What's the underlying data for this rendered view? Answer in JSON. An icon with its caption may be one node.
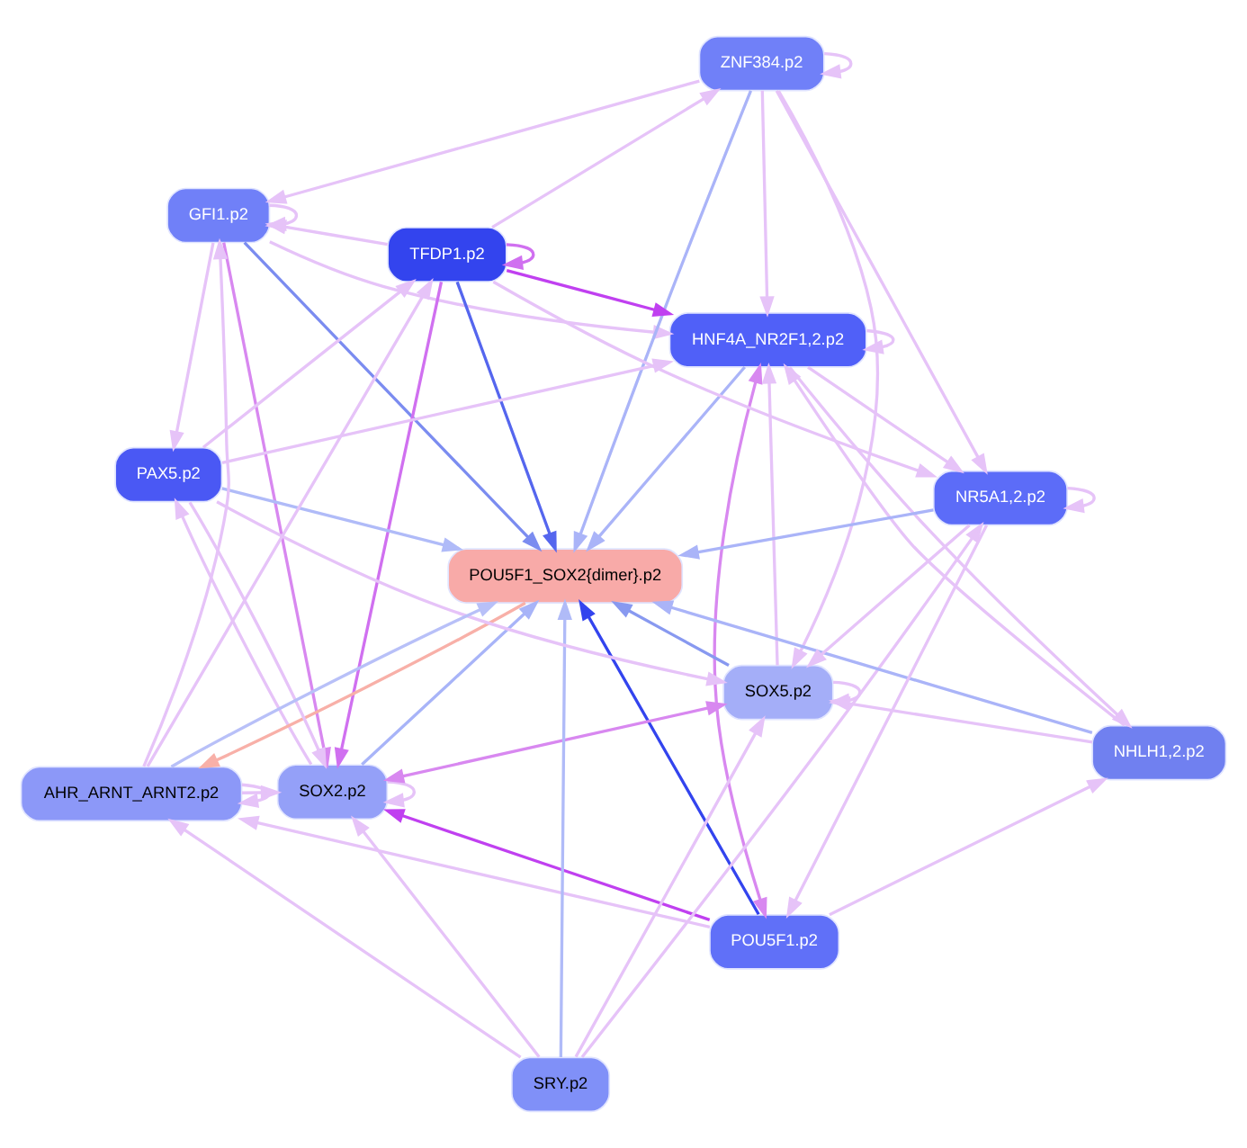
{
  "diagram": {
    "nodes": [
      {
        "text": [
          "POU5F1.p2"
        ]
      },
      {
        "text": [
          "HNF4A_NR2F1,2.p2"
        ]
      },
      {
        "text": [
          "GFI1.p2"
        ]
      },
      {
        "text": [
          "ZNF384.p2"
        ]
      },
      {
        "text": [
          "SOX2.p2"
        ]
      },
      {
        "text": [
          "TFDP1.p2"
        ]
      },
      {
        "text": [
          "POU5F1_SOX2{dimer}.p2"
        ]
      },
      {
        "text": [
          "SOX5.p2"
        ]
      },
      {
        "text": [
          "SRY.p2"
        ]
      },
      {
        "text": [
          "PAX5.p2"
        ]
      },
      {
        "text": [
          "NHLH1,2.p2"
        ]
      },
      {
        "text": [
          "AHR_ARNT_ARNT2.p2"
        ]
      },
      {
        "text": [
          "NR5A1,2.p2"
        ]
      }
    ],
    "edges": [
      {
        "from": 0,
        "to": 6,
        "arrow": "to",
        "color": "#3344ee"
      },
      {
        "from": 1,
        "to": 6,
        "arrow": "to",
        "color": "#aab4f8"
      },
      {
        "from": 2,
        "to": 6,
        "arrow": "to",
        "color": "#7b8cf0"
      },
      {
        "from": 3,
        "to": 6,
        "arrow": "to",
        "color": "#aab4f8"
      },
      {
        "from": 4,
        "to": 6,
        "arrow": "to",
        "color": "#a8b4f8"
      },
      {
        "from": 5,
        "to": 6,
        "arrow": "to",
        "color": "#5566ee"
      },
      {
        "from": 7,
        "to": 6,
        "arrow": "to",
        "color": "#8899f0"
      },
      {
        "from": 8,
        "to": 6,
        "arrow": "to",
        "color": "#b0bbf8"
      },
      {
        "from": 9,
        "to": 6,
        "arrow": "to",
        "color": "#b0bbf8"
      },
      {
        "from": 10,
        "to": 6,
        "arrow": "to",
        "color": "#aab4f8"
      },
      {
        "from": 11,
        "to": 6,
        "arrow": "to",
        "color": "#b8c0f8"
      },
      {
        "from": 12,
        "to": 6,
        "arrow": "to",
        "color": "#aab4f8"
      },
      {
        "from": 6,
        "to": 11,
        "arrow": "to",
        "color": "#f8b0a8"
      },
      {
        "from": 0,
        "to": 4,
        "arrow": "to",
        "color": "#c040f0"
      },
      {
        "from": 5,
        "to": 1,
        "arrow": "to",
        "color": "#c040f0"
      },
      {
        "from": 5,
        "to": 4,
        "arrow": "to",
        "color": "#d070f0"
      },
      {
        "from": 0,
        "to": 1,
        "arrow": "both",
        "color": "#d888f0"
      },
      {
        "from": 4,
        "to": 7,
        "arrow": "both",
        "color": "#d888f0"
      },
      {
        "from": 2,
        "to": 4,
        "arrow": "to",
        "color": "#d888f0"
      },
      {
        "from": 1,
        "to": 1,
        "arrow": "to"
      },
      {
        "from": 2,
        "to": 2,
        "arrow": "to"
      },
      {
        "from": 3,
        "to": 3,
        "arrow": "to"
      },
      {
        "from": 4,
        "to": 4,
        "arrow": "to"
      },
      {
        "from": 5,
        "to": 5,
        "arrow": "to",
        "color": "#d070f0"
      },
      {
        "from": 7,
        "to": 7,
        "arrow": "to"
      },
      {
        "from": 11,
        "to": 11,
        "arrow": "to"
      },
      {
        "from": 12,
        "to": 12,
        "arrow": "to"
      },
      {
        "from": 3,
        "to": 2,
        "arrow": "to"
      },
      {
        "from": 3,
        "to": 1,
        "arrow": "to"
      },
      {
        "from": 5,
        "to": 3,
        "arrow": "to"
      },
      {
        "from": 5,
        "to": 2,
        "arrow": "to"
      },
      {
        "from": 8,
        "to": 7,
        "arrow": "to"
      },
      {
        "from": 8,
        "to": 4,
        "arrow": "to"
      },
      {
        "from": 9,
        "to": 7,
        "arrow": "to"
      },
      {
        "from": 9,
        "to": 4,
        "arrow": "to"
      },
      {
        "from": 10,
        "to": 1,
        "arrow": "to"
      },
      {
        "from": 12,
        "to": 0,
        "arrow": "to"
      },
      {
        "from": 11,
        "to": 2,
        "arrow": "to"
      },
      {
        "from": 11,
        "to": 4,
        "arrow": "to"
      },
      {
        "from": 7,
        "to": 1,
        "arrow": "to"
      },
      {
        "from": 9,
        "to": 5,
        "arrow": "to"
      },
      {
        "from": 11,
        "to": 5,
        "arrow": "to"
      },
      {
        "from": 5,
        "to": 12,
        "arrow": "to"
      },
      {
        "from": 3,
        "to": 12,
        "arrow": "to"
      },
      {
        "from": 8,
        "to": 12,
        "arrow": "to"
      },
      {
        "from": 1,
        "to": 12,
        "arrow": "to"
      },
      {
        "from": 0,
        "to": 11,
        "arrow": "to"
      },
      {
        "from": 2,
        "to": 1,
        "arrow": "to"
      },
      {
        "from": 1,
        "to": 10,
        "arrow": "to"
      },
      {
        "from": 0,
        "to": 10,
        "arrow": "to"
      },
      {
        "from": 8,
        "to": 11,
        "arrow": "to"
      },
      {
        "from": 3,
        "to": 7,
        "arrow": "to"
      },
      {
        "from": 9,
        "to": 1,
        "arrow": "to"
      },
      {
        "from": 10,
        "to": 7,
        "arrow": "to"
      },
      {
        "from": 12,
        "to": 7,
        "arrow": "to"
      },
      {
        "from": 2,
        "to": 9,
        "arrow": "to"
      },
      {
        "from": 4,
        "to": 9,
        "arrow": "to"
      }
    ]
  }
}
